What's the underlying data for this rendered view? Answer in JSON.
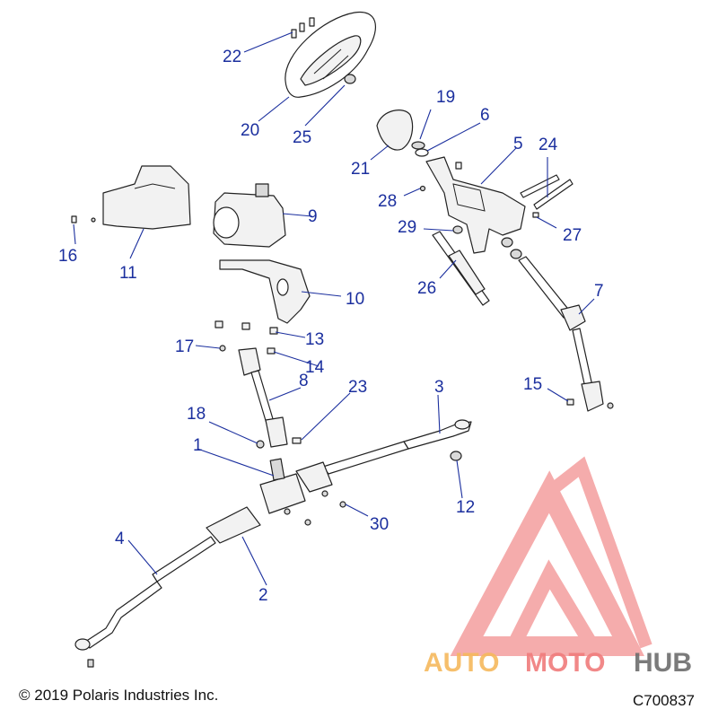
{
  "callouts": [
    "1",
    "2",
    "3",
    "4",
    "5",
    "6",
    "7",
    "8",
    "9",
    "10",
    "11",
    "12",
    "13",
    "14",
    "15",
    "16",
    "17",
    "18",
    "19",
    "20",
    "21",
    "22",
    "23",
    "24",
    "25",
    "26",
    "27",
    "28",
    "29",
    "30"
  ],
  "copyright": "© 2019 Polaris Industries Inc.",
  "diagram_code": "C700837",
  "watermark": {
    "part1": "AUTO",
    "part2": "MOTO",
    "part3": "HUB",
    "colors": {
      "auto": "#f5b85c",
      "moto": "#ef7b7b",
      "hub": "#6d6d6d",
      "logo": "#ee6a6a"
    }
  },
  "colors": {
    "callout": "#1b2f9e"
  }
}
